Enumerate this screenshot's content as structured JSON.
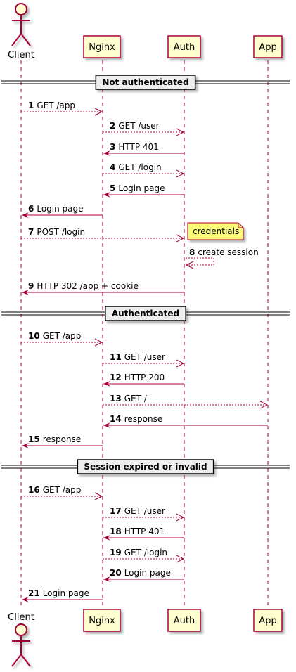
{
  "colors": {
    "arrow": "#A80036",
    "box_fill": "#FEFECE",
    "box_stroke": "#A80036",
    "note_fill": "#FBFB77",
    "divider_fill": "#EEEEEE",
    "lifeline": "#A80036"
  },
  "participants": [
    {
      "id": "client",
      "label": "Client",
      "kind": "actor"
    },
    {
      "id": "nginx",
      "label": "Nginx",
      "kind": "box"
    },
    {
      "id": "auth",
      "label": "Auth",
      "kind": "box"
    },
    {
      "id": "app",
      "label": "App",
      "kind": "box"
    }
  ],
  "dividers": [
    {
      "label": "Not authenticated"
    },
    {
      "label": "Authenticated"
    },
    {
      "label": "Session expired or invalid"
    }
  ],
  "messages": [
    {
      "num": "1",
      "label": "GET /app",
      "from": "client",
      "to": "nginx",
      "style": "dashed"
    },
    {
      "num": "2",
      "label": "GET /user",
      "from": "nginx",
      "to": "auth",
      "style": "dashed"
    },
    {
      "num": "3",
      "label": "HTTP 401",
      "from": "auth",
      "to": "nginx",
      "style": "solid"
    },
    {
      "num": "4",
      "label": "GET /login",
      "from": "nginx",
      "to": "auth",
      "style": "dashed"
    },
    {
      "num": "5",
      "label": "Login page",
      "from": "auth",
      "to": "nginx",
      "style": "solid"
    },
    {
      "num": "6",
      "label": "Login page",
      "from": "nginx",
      "to": "client",
      "style": "solid"
    },
    {
      "num": "7",
      "label": "POST /login",
      "from": "client",
      "to": "auth",
      "style": "dashed"
    },
    {
      "num": "8",
      "label": "create session",
      "from": "auth",
      "to": "auth",
      "style": "dashed"
    },
    {
      "num": "9",
      "label": "HTTP 302 /app + cookie",
      "from": "auth",
      "to": "client",
      "style": "solid"
    },
    {
      "num": "10",
      "label": "GET /app",
      "from": "client",
      "to": "nginx",
      "style": "dashed"
    },
    {
      "num": "11",
      "label": "GET /user",
      "from": "nginx",
      "to": "auth",
      "style": "dashed"
    },
    {
      "num": "12",
      "label": "HTTP 200",
      "from": "auth",
      "to": "nginx",
      "style": "solid"
    },
    {
      "num": "13",
      "label": "GET /",
      "from": "nginx",
      "to": "app",
      "style": "dashed"
    },
    {
      "num": "14",
      "label": "response",
      "from": "app",
      "to": "nginx",
      "style": "solid"
    },
    {
      "num": "15",
      "label": "response",
      "from": "nginx",
      "to": "client",
      "style": "solid"
    },
    {
      "num": "16",
      "label": "GET /app",
      "from": "client",
      "to": "nginx",
      "style": "dashed"
    },
    {
      "num": "17",
      "label": "GET /user",
      "from": "nginx",
      "to": "auth",
      "style": "dashed"
    },
    {
      "num": "18",
      "label": "HTTP 401",
      "from": "auth",
      "to": "nginx",
      "style": "solid"
    },
    {
      "num": "19",
      "label": "GET /login",
      "from": "nginx",
      "to": "auth",
      "style": "dashed"
    },
    {
      "num": "20",
      "label": "Login page",
      "from": "auth",
      "to": "nginx",
      "style": "solid"
    },
    {
      "num": "21",
      "label": "Login page",
      "from": "nginx",
      "to": "client",
      "style": "solid"
    }
  ],
  "notes": [
    {
      "text": "credentials",
      "attached_to_message": "7"
    }
  ]
}
